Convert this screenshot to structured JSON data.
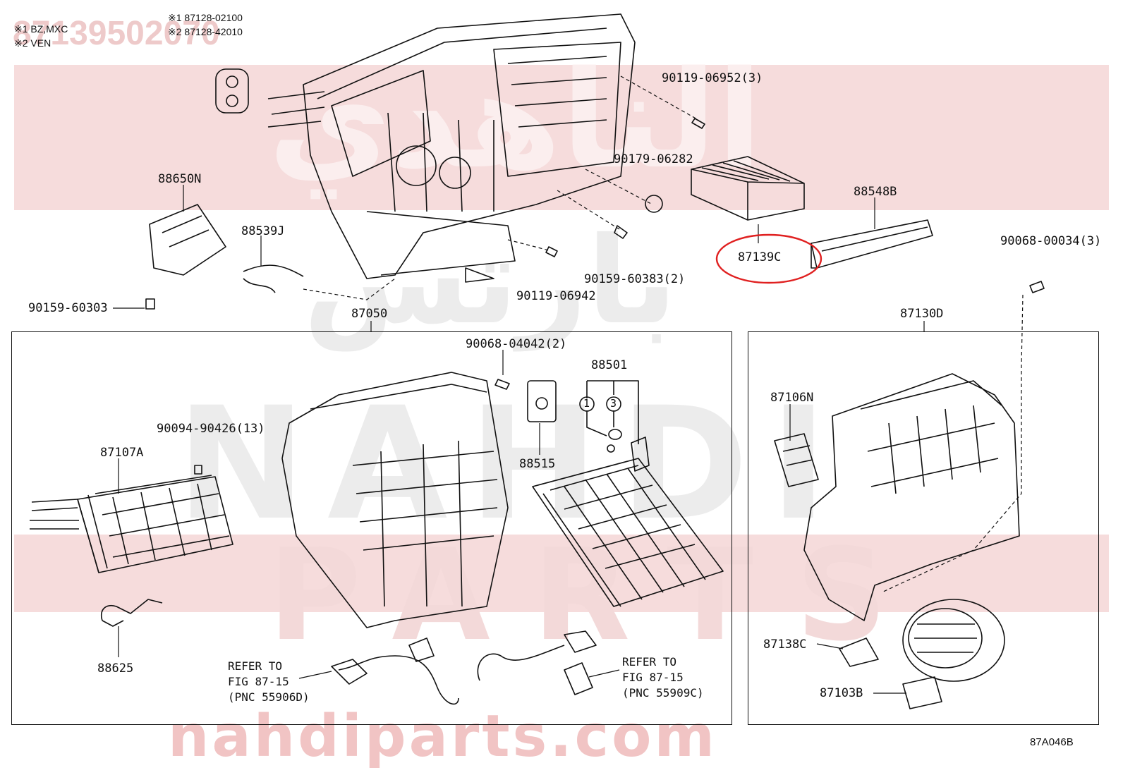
{
  "watermark": {
    "part_number": "87139502070",
    "arabic_top": "الناهدي",
    "arabic_mid": "بارتس",
    "latin_mid": "NAHDI",
    "latin_low": "PARTS",
    "site": "nahdiparts.com"
  },
  "notes": [
    {
      "mark": "※1",
      "text": "BZ,MXC"
    },
    {
      "mark": "※2",
      "text": "VEN"
    },
    {
      "mark": "※1",
      "text": "87128-02100"
    },
    {
      "mark": "※2",
      "text": "87128-42010"
    }
  ],
  "labels": {
    "l90119_06952": "90119-06952(3)",
    "l90179_06282": "90179-06282",
    "l88650N": "88650N",
    "l88548B": "88548B",
    "l88539J": "88539J",
    "l87139C": "87139C",
    "l90068_00034": "90068-00034(3)",
    "l90159_60383": "90159-60383(2)",
    "l90119_06942": "90119-06942",
    "l90159_60303": "90159-60303",
    "l87050": "87050",
    "l87130D": "87130D",
    "l90068_04042": "90068-04042(2)",
    "l88501": "88501",
    "l90094_90426": "90094-90426(13)",
    "l87107A": "87107A",
    "l88515": "88515",
    "l87106N": "87106N",
    "l88625": "88625",
    "l87138C": "87138C",
    "l87103B": "87103B",
    "circle1": "1",
    "circle3": "3"
  },
  "refer_left": "REFER TO\nFIG 87-15\n(PNC 55906D)",
  "refer_right": "REFER TO\nFIG 87-15\n(PNC 55909C)",
  "figure_code": "87A046B",
  "highlight_color": "#e02020"
}
